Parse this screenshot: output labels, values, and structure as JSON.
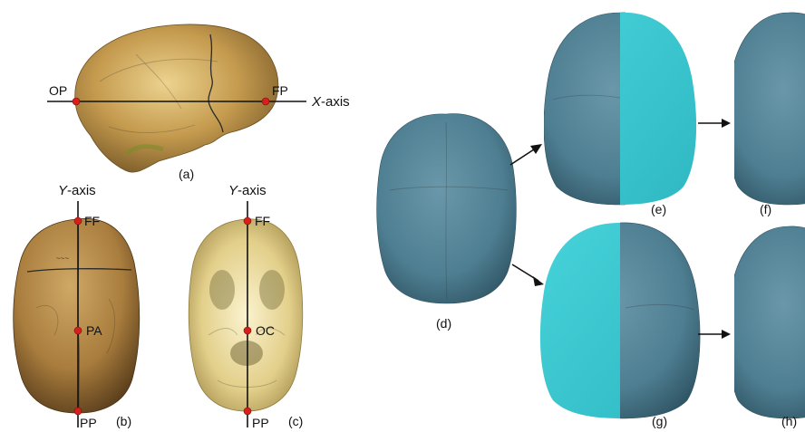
{
  "colors": {
    "bone": "#c9a257",
    "bone_light": "#e9d9a0",
    "bone_shadow": "#7b6030",
    "skull_blue": "#4e7e91",
    "skull_blue_dark": "#3c6778",
    "half_cyan": "#38c6cf",
    "point_red": "#d6201c"
  },
  "panel_a": {
    "caption": "(a)",
    "x_axis_label": "X",
    "x_axis_suffix": "-axis",
    "points": [
      "OP",
      "FP"
    ]
  },
  "panel_b": {
    "caption": "(b)",
    "y_axis_label": "Y",
    "y_axis_suffix": "-axis",
    "points": [
      "FF",
      "PA",
      "PP"
    ]
  },
  "panel_c": {
    "caption": "(c)",
    "y_axis_label": "Y",
    "y_axis_suffix": "-axis",
    "points": [
      "FF",
      "OC",
      "PP"
    ]
  },
  "panel_d": {
    "caption": "(d)"
  },
  "panel_e": {
    "caption": "(e)"
  },
  "panel_f": {
    "caption": "(f)"
  },
  "panel_g": {
    "caption": "(g)"
  },
  "panel_h": {
    "caption": "(h)"
  }
}
